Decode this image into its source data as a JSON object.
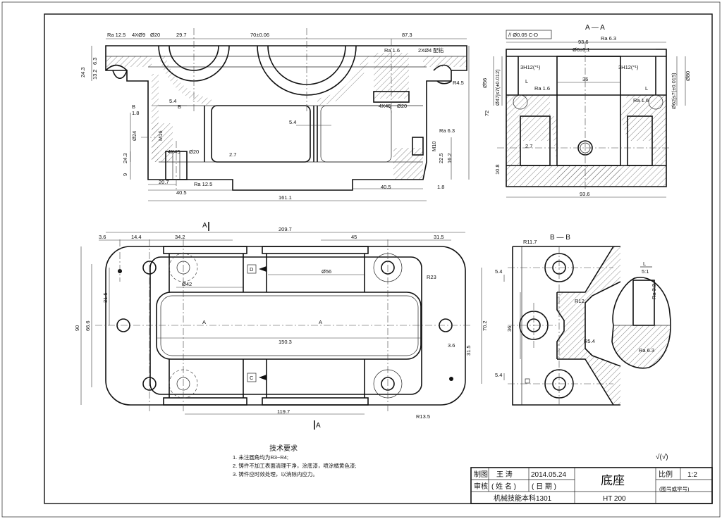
{
  "dims_front": {
    "ra125": "Ra 12.5",
    "d_4x9": "4XØ9",
    "d_phi20": "Ø20",
    "d_29_7": "29.7",
    "d_70": "70±0.06",
    "d_87_3": "87.3",
    "ra16": "Ra 1.6",
    "d_2x4": "2XØ4 配钻",
    "d_24_3": "24.3",
    "d_6_3": "6.3",
    "d_13_2": "13.2",
    "d_5_4": "5.4",
    "d_b1": "B",
    "d_b2": "B",
    "d_1_8": "1.8",
    "d_phi24": "Ø24",
    "d_m16": "M16",
    "d_4x45": "4X45",
    "d_phi20b": "Ø20",
    "d_24_3b": "24.3",
    "d_9": "9",
    "d_2_7": "2.7",
    "d_20_7": "20.7",
    "ra125b": "Ra 12.5",
    "d_40_5": "40.5",
    "d_40_5b": "40.5",
    "d_1_8b": "1.8",
    "d_161_1": "161.1",
    "d_72": "72",
    "ra63": "Ra 6.3",
    "d_m10": "M10",
    "d_22_5": "22.5",
    "d_16_2": "16.2",
    "d_r45": "R4.5",
    "d_4x45b": "4X45",
    "d_phi20c": "Ø20",
    "d_5_4b": "5.4"
  },
  "dims_section_aa": {
    "title": "A — A",
    "tol_frame": "// Ø0.05 C-D",
    "ra63": "Ra 6.3",
    "d_93_6": "93.6",
    "d_96": "Ø6±0.1",
    "d_3h12": "3H12(°¹)",
    "d_36": "36",
    "d_3h12b": "3H12(°¹)",
    "ra16": "Ra 1.6",
    "ra16b": "Ra 1.6",
    "d_phi56": "Ø56",
    "d_phi47": "Ø47js7(±0.012)",
    "d_phi62": "Ø62js7(±0.015)",
    "d_phi80": "Ø80",
    "d_2_7": "2.7",
    "d_10_8": "10.8",
    "d_93_6b": "93.6",
    "mark_l1": "L",
    "mark_l2": "L"
  },
  "dims_top": {
    "mark_a_top": "A",
    "mark_a_bottom": "A",
    "d_209_7": "209.7",
    "d_3_6": "3.6",
    "d_14_4": "14.4",
    "d_34_2": "34.2",
    "d_45": "45",
    "d_31_5": "31.5",
    "d_phi56": "Ø56",
    "d_phi42": "Ø42",
    "d_r23": "R23",
    "d_90": "90",
    "d_66_6": "66.6",
    "d_31_5b": "31.5",
    "d_31_5c": "31.5",
    "d_70_2": "70.2",
    "d_150_3": "150.3",
    "d_3_6b": "3.6",
    "d_119_7": "119.7",
    "d_r13_5": "R13.5",
    "label_a1": "A",
    "label_a2": "A",
    "label_d": "D",
    "label_c": "C"
  },
  "dims_section_bb": {
    "title": "B — B",
    "d_r11_7": "R11.7",
    "d_5_4": "5.4",
    "d_r12": "R12",
    "d_36": "36",
    "d_r5_4": "R5.4",
    "d_5_4b": "5.4"
  },
  "detail_l": {
    "title": "L",
    "scale": "5:1",
    "ra32": "Ra 3.2",
    "ra63": "Ra 6.3"
  },
  "notes": {
    "title": "技术要求",
    "line1": "1. 未注圆角均为R3~R4;",
    "line2": "2. 铸件不加工表面清理干净，涂底漆，喷涂橘黄色漆;",
    "line3": "3. 铸件应时效处理，以消除内应力。"
  },
  "roughness_note": "√(√)",
  "title_block": {
    "draw_label": "制图",
    "drawer": "王 涛",
    "date": "2014.05.24",
    "part_name": "底座",
    "scale_label": "比例",
    "scale_value": "1:2",
    "check_label": "审核",
    "checker_name": "( 姓 名 )",
    "checker_date": "( 日 期 )",
    "dept": "机械技能本科1301",
    "material": "HT 200",
    "drawing_no": "(图号或学号)"
  }
}
